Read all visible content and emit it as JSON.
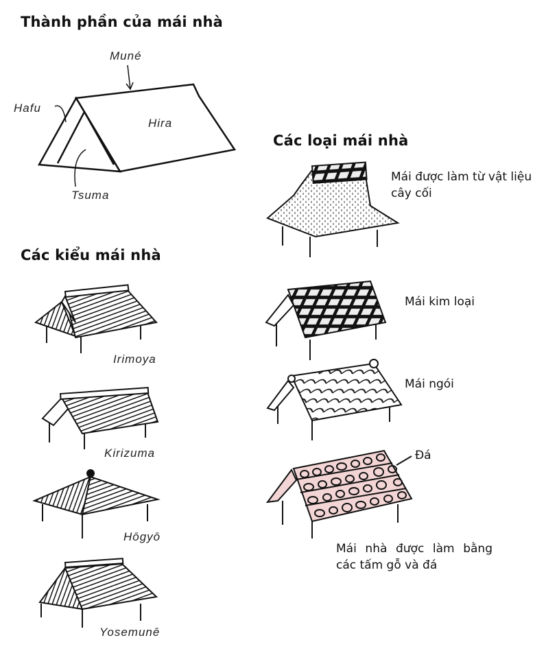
{
  "parts": {
    "title": "Thành phần của mái nhà",
    "labels": {
      "mune": "Muné",
      "hafu": "Hafu",
      "hira": "Hira",
      "tsuma": "Tsuma"
    }
  },
  "styles": {
    "title": "Các kiểu mái nhà",
    "items": [
      {
        "label": "Irimoya"
      },
      {
        "label": "Kirizuma"
      },
      {
        "label": "Hōgyō"
      },
      {
        "label": "Yosemunē"
      }
    ]
  },
  "types": {
    "title": "Các loại mái nhà",
    "items": [
      {
        "label": "Mái được làm từ vật liệu cây cối"
      },
      {
        "label": "Mái kim loại"
      },
      {
        "label": "Mái ngói"
      },
      {
        "label": "Mái nhà được làm bằng các tấm gỗ và đá",
        "callout": "Đá"
      }
    ]
  },
  "colors": {
    "stone_roof_fill": "#f3d5d5",
    "ink": "#111111"
  }
}
